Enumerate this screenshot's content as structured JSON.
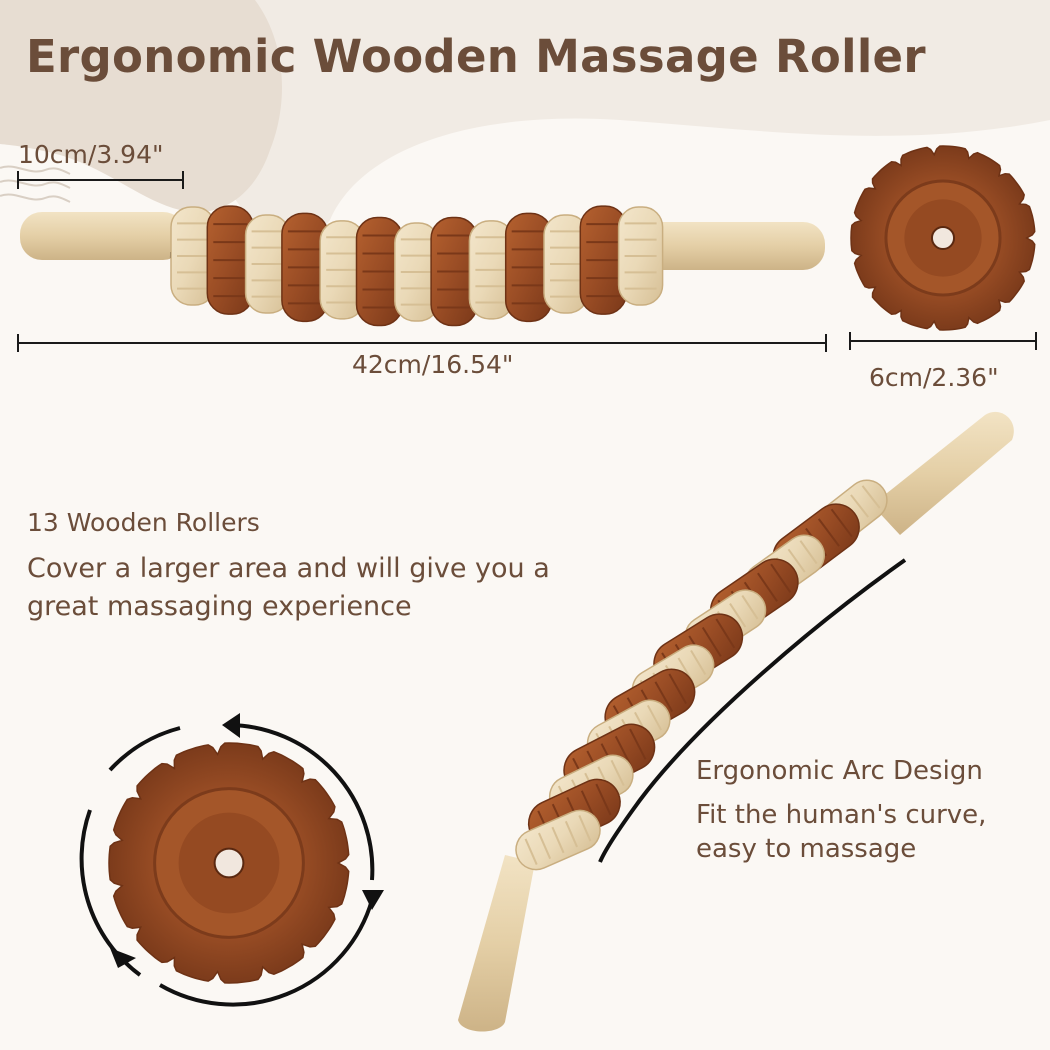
{
  "colors": {
    "background": "#fbf8f4",
    "blob": "#ebe3da",
    "text": "#6b4d3a",
    "dark_wood": "#9a4d25",
    "light_wood": "#ead9b7",
    "line": "#1a1a1a"
  },
  "title": "Ergonomic Wooden Massage Roller",
  "dimensions": {
    "handle_length": "10cm/3.94\"",
    "total_length": "42cm/16.54\"",
    "wheel_diameter": "6cm/2.36\""
  },
  "feature_rollers": {
    "title": "13 Wooden Rollers",
    "description": "Cover a larger area and will give you a great massaging experience"
  },
  "feature_arc": {
    "title": "Ergonomic Arc Design",
    "description": "Fit the human's curve, easy to massage"
  },
  "icons": {
    "rotation": "rotation-arrows-icon",
    "wheel": "wooden-wheel-icon"
  }
}
